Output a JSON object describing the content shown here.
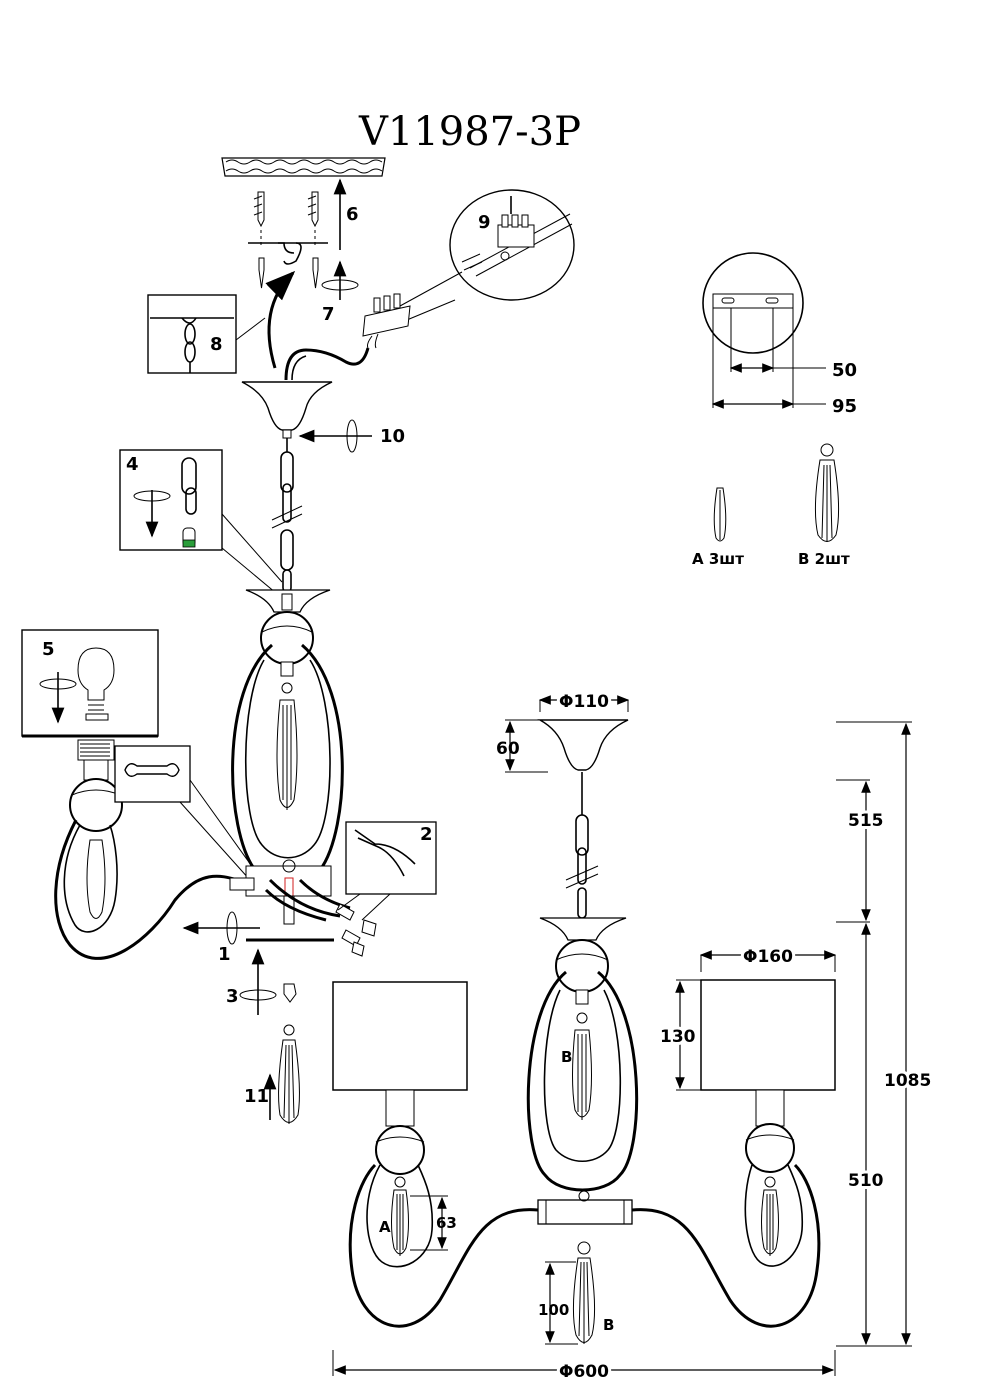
{
  "title": "V11987-3P",
  "steps": {
    "s1": "1",
    "s2": "2",
    "s3": "3",
    "s4": "4",
    "s5": "5",
    "s6": "6",
    "s7": "7",
    "s8": "8",
    "s9": "9",
    "s10": "10",
    "s11": "11"
  },
  "plate": {
    "inner": "50",
    "outer": "95"
  },
  "crystals": {
    "a": "A  3шт",
    "b": "B  2шт"
  },
  "dimensions": {
    "canopy_diameter": "Φ110",
    "canopy_height": "60",
    "shade_diameter": "Φ160",
    "shade_height": "130",
    "chain_length": "515",
    "body_height": "510",
    "total_height": "1085",
    "overall_diameter": "Φ600",
    "crystal_a_length": "63",
    "crystal_b_length": "100"
  },
  "markers": {
    "a": "A",
    "b1": "B",
    "b2": "B"
  }
}
